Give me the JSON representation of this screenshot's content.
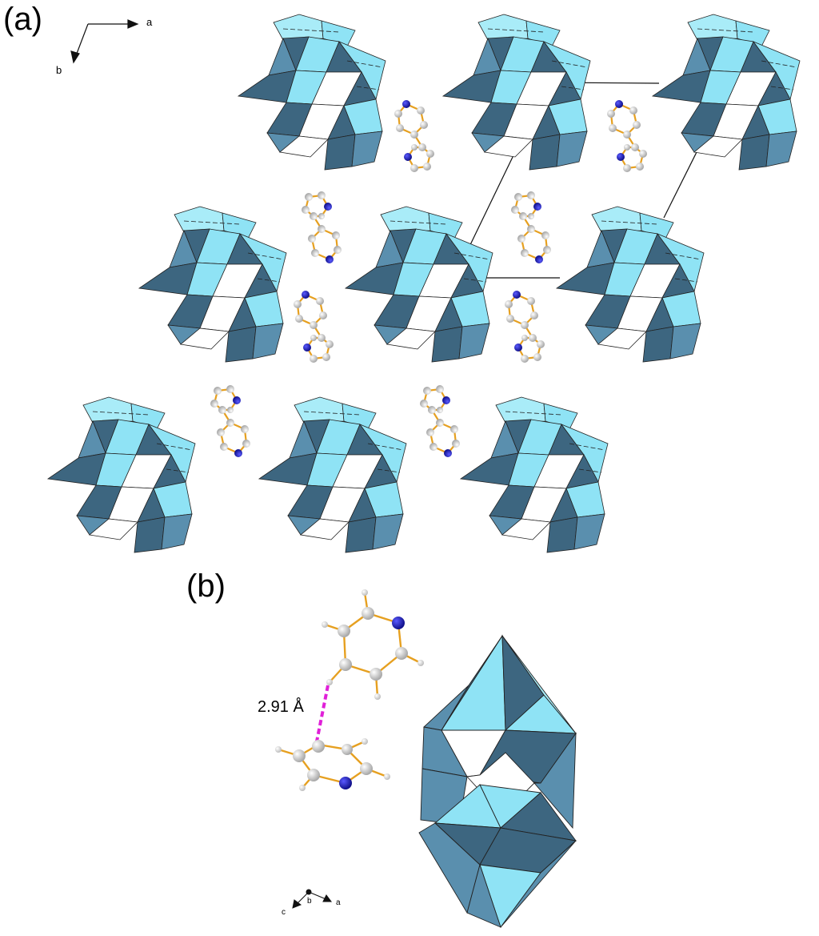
{
  "panel_a": {
    "label": "(a)",
    "axes": {
      "a": "a",
      "b": "b"
    }
  },
  "panel_b": {
    "label": "(b)",
    "distance_label": "2.91 Å",
    "axes": {
      "c": "c",
      "b": "b",
      "a": "a"
    }
  },
  "colors": {
    "polyhedron_dark": "#3d6680",
    "polyhedron_mid": "#5a8fae",
    "polyhedron_light": "#8fe3f5",
    "polyhedron_pale": "#a9ecf8",
    "bond": "#e6a020",
    "carbon": "#c8c8c8",
    "nitrogen": "#1a1acc",
    "hydrogen_bond": "#e020d8"
  }
}
